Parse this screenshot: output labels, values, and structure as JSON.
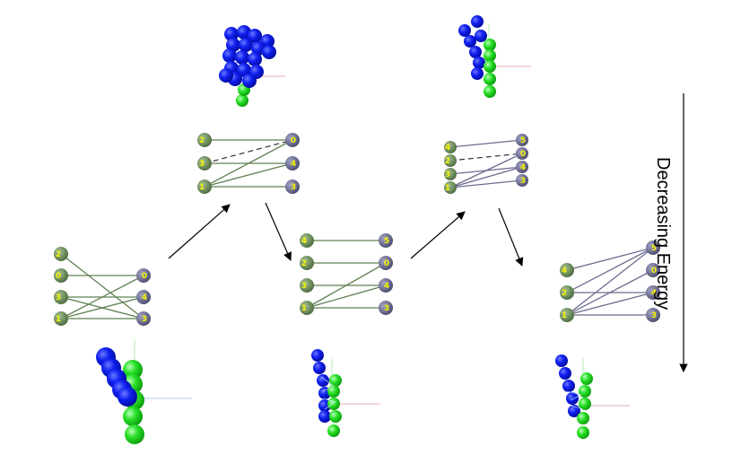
{
  "axis_label": "Decreasing Energy",
  "colors": {
    "left_node": "#6f8f5f",
    "right_node": "#6e6f91",
    "green_edge": "#5f8050",
    "blue_edge": "#6a6b8e",
    "blue_sphere": "#0a14e6",
    "green_sphere": "#1ed91e",
    "axis_red": "#e8b0b0",
    "axis_green": "#b8e8b8",
    "axis_blue": "#b8c4ee",
    "node_label": "#f2f200",
    "arrow": "#000000"
  },
  "graphs": [
    {
      "id": "g1",
      "edge_color": "green",
      "left_labels": [
        "2",
        "0",
        "3",
        "1"
      ],
      "right_labels": [
        "0",
        "4",
        "3"
      ]
    },
    {
      "id": "g2",
      "edge_color": "green",
      "left_labels": [
        "2",
        "3",
        "1"
      ],
      "right_labels": [
        "0",
        "4",
        "3"
      ]
    },
    {
      "id": "g3",
      "edge_color": "green",
      "left_labels": [
        "4",
        "2",
        "3",
        "1"
      ],
      "right_labels": [
        "5",
        "0",
        "4",
        "3"
      ]
    },
    {
      "id": "g4",
      "edge_color": "blue",
      "left_labels": [
        "4",
        "2",
        "3",
        "1"
      ],
      "right_labels": [
        "5",
        "0",
        "4",
        "3"
      ]
    },
    {
      "id": "g5",
      "edge_color": "blue",
      "left_labels": [
        "4",
        "2",
        "1"
      ],
      "right_labels": [
        "5",
        "0",
        "4",
        "3"
      ]
    }
  ]
}
